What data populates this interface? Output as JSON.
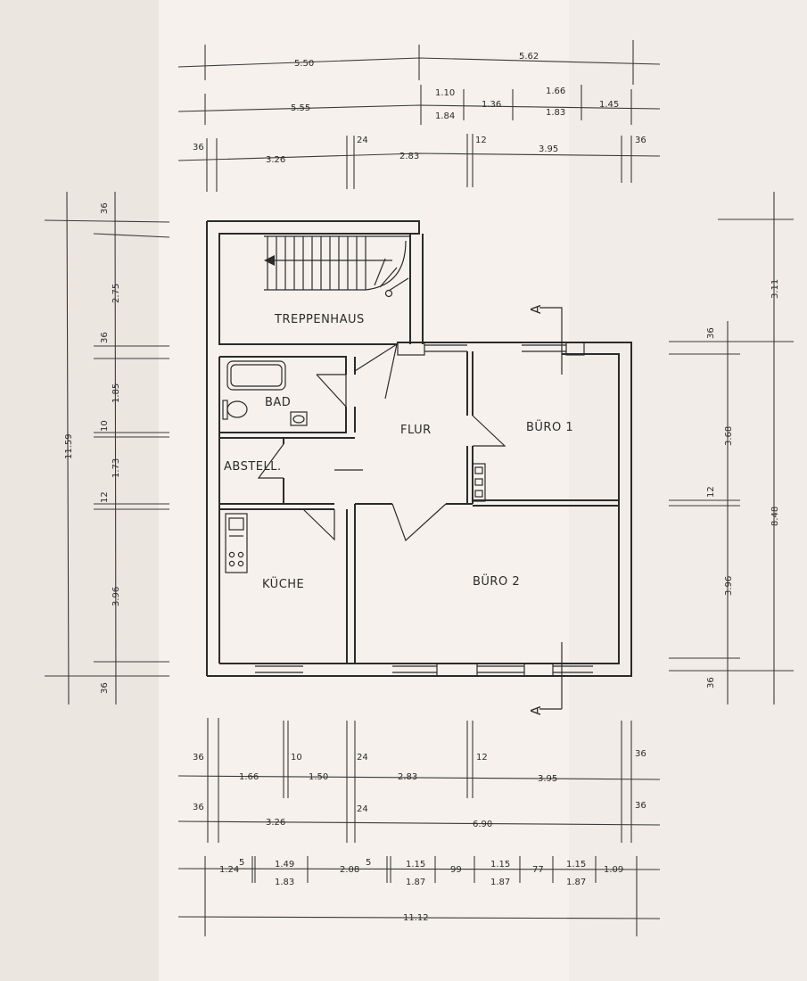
{
  "rooms": {
    "treppenhaus": "TREPPENHAUS",
    "bad": "BAD",
    "flur": "FLUR",
    "buero1": "BÜRO 1",
    "abstell": "ABSTELL.",
    "kueche": "KÜCHE",
    "buero2": "BÜRO 2"
  },
  "section_marker": "A",
  "dimensions": {
    "top_row1": [
      "5.50",
      "5.62"
    ],
    "top_row2": [
      "5.55",
      "1.10",
      "1.84",
      "1.36",
      "1.66",
      "1.83",
      "1.45"
    ],
    "top_row3": [
      "36",
      "3.26",
      "24",
      "2.83",
      "12",
      "3.95",
      "36"
    ],
    "left_outer": [
      "11.59"
    ],
    "left_inner": [
      "36",
      "2.75",
      "36",
      "1.85",
      "10",
      "1.73",
      "12",
      "3.96",
      "36"
    ],
    "right_outer": [
      "3.11",
      "8.48"
    ],
    "right_inner": [
      "36",
      "3.68",
      "12",
      "3.96",
      "36"
    ],
    "bottom_row1": [
      "36",
      "1.66",
      "10",
      "1.50",
      "24",
      "2.83",
      "12",
      "3.95",
      "36"
    ],
    "bottom_row2": [
      "36",
      "3.26",
      "24",
      "6.90",
      "36"
    ],
    "bottom_row3": [
      "1.24",
      "5",
      "1.49",
      "1.83",
      "2.08",
      "5",
      "1.15",
      "1.87",
      "99",
      "1.15",
      "1.87",
      "77",
      "1.15",
      "1.87",
      "1.09"
    ],
    "bottom_row4": [
      "11.12"
    ]
  }
}
